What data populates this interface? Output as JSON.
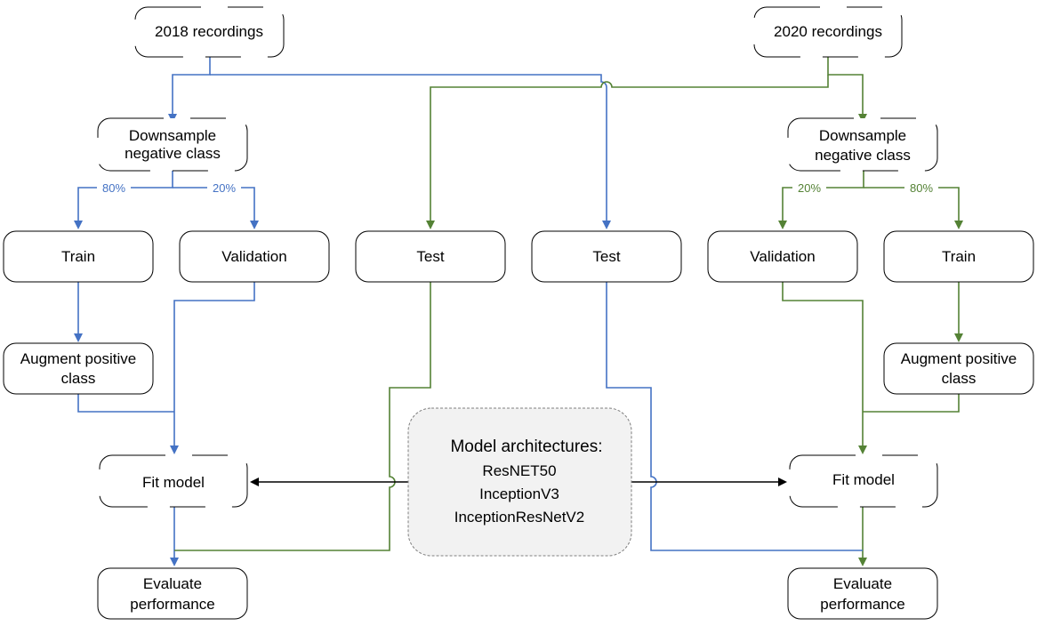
{
  "colors": {
    "blue": "#4472C4",
    "green": "#548235",
    "black": "#000000",
    "box_border": "#000000",
    "box_fill": "#ffffff",
    "center_fill": "#f2f2f2"
  },
  "nodes": {
    "rec2018": "2018 recordings",
    "rec2020": "2020 recordings",
    "down_left": [
      "Downsample",
      "negative class"
    ],
    "down_right": [
      "Downsample",
      "negative class"
    ],
    "train_left": "Train",
    "val_left": "Validation",
    "test_green": "Test",
    "test_blue": "Test",
    "val_right": "Validation",
    "train_right": "Train",
    "aug_left": [
      "Augment positive",
      "class"
    ],
    "aug_right": [
      "Augment positive",
      "class"
    ],
    "fit_left": "Fit model",
    "fit_right": "Fit model",
    "eval_left": [
      "Evaluate",
      "performance"
    ],
    "eval_right": [
      "Evaluate",
      "performance"
    ],
    "arch_title": "Model architectures:",
    "arch_items": [
      "ResNET50",
      "InceptionV3",
      "InceptionResNetV2"
    ]
  },
  "edge_labels": {
    "left_train_pct": "80%",
    "left_val_pct": "20%",
    "right_val_pct": "20%",
    "right_train_pct": "80%"
  }
}
